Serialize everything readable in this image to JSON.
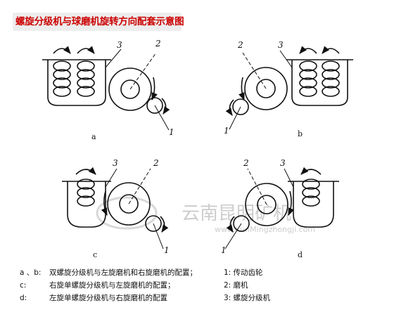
{
  "title": "螺旋分级机与球磨机旋转方向配套示意图",
  "panels": {
    "a": {
      "sub": "a",
      "classifier_num": "3",
      "mill_num": "2",
      "pinion_num": "1"
    },
    "b": {
      "sub": "b",
      "classifier_num": "3",
      "mill_num": "2",
      "pinion_num": "1"
    },
    "c": {
      "sub": "c",
      "classifier_num": "3",
      "mill_num": "2",
      "pinion_num": "1"
    },
    "d": {
      "sub": "d",
      "classifier_num": "3",
      "mill_num": "2",
      "pinion_num": "1"
    }
  },
  "legend_left": [
    {
      "key": "a 、b:",
      "text": "双螺旋分级机与左旋磨机和右旋磨机的配置；"
    },
    {
      "key": "c:",
      "text": "右旋单螺旋分级机与左旋磨机的配置；"
    },
    {
      "key": "d:",
      "text": "左旋单螺旋分级机与右旋磨机的配置"
    }
  ],
  "legend_right": [
    "1: 传动齿轮",
    "2: 磨机",
    "3: 螺旋分级机"
  ],
  "watermark": {
    "cn": "云南昆明矿机",
    "url": "www.KunMingzhongji.com"
  }
}
